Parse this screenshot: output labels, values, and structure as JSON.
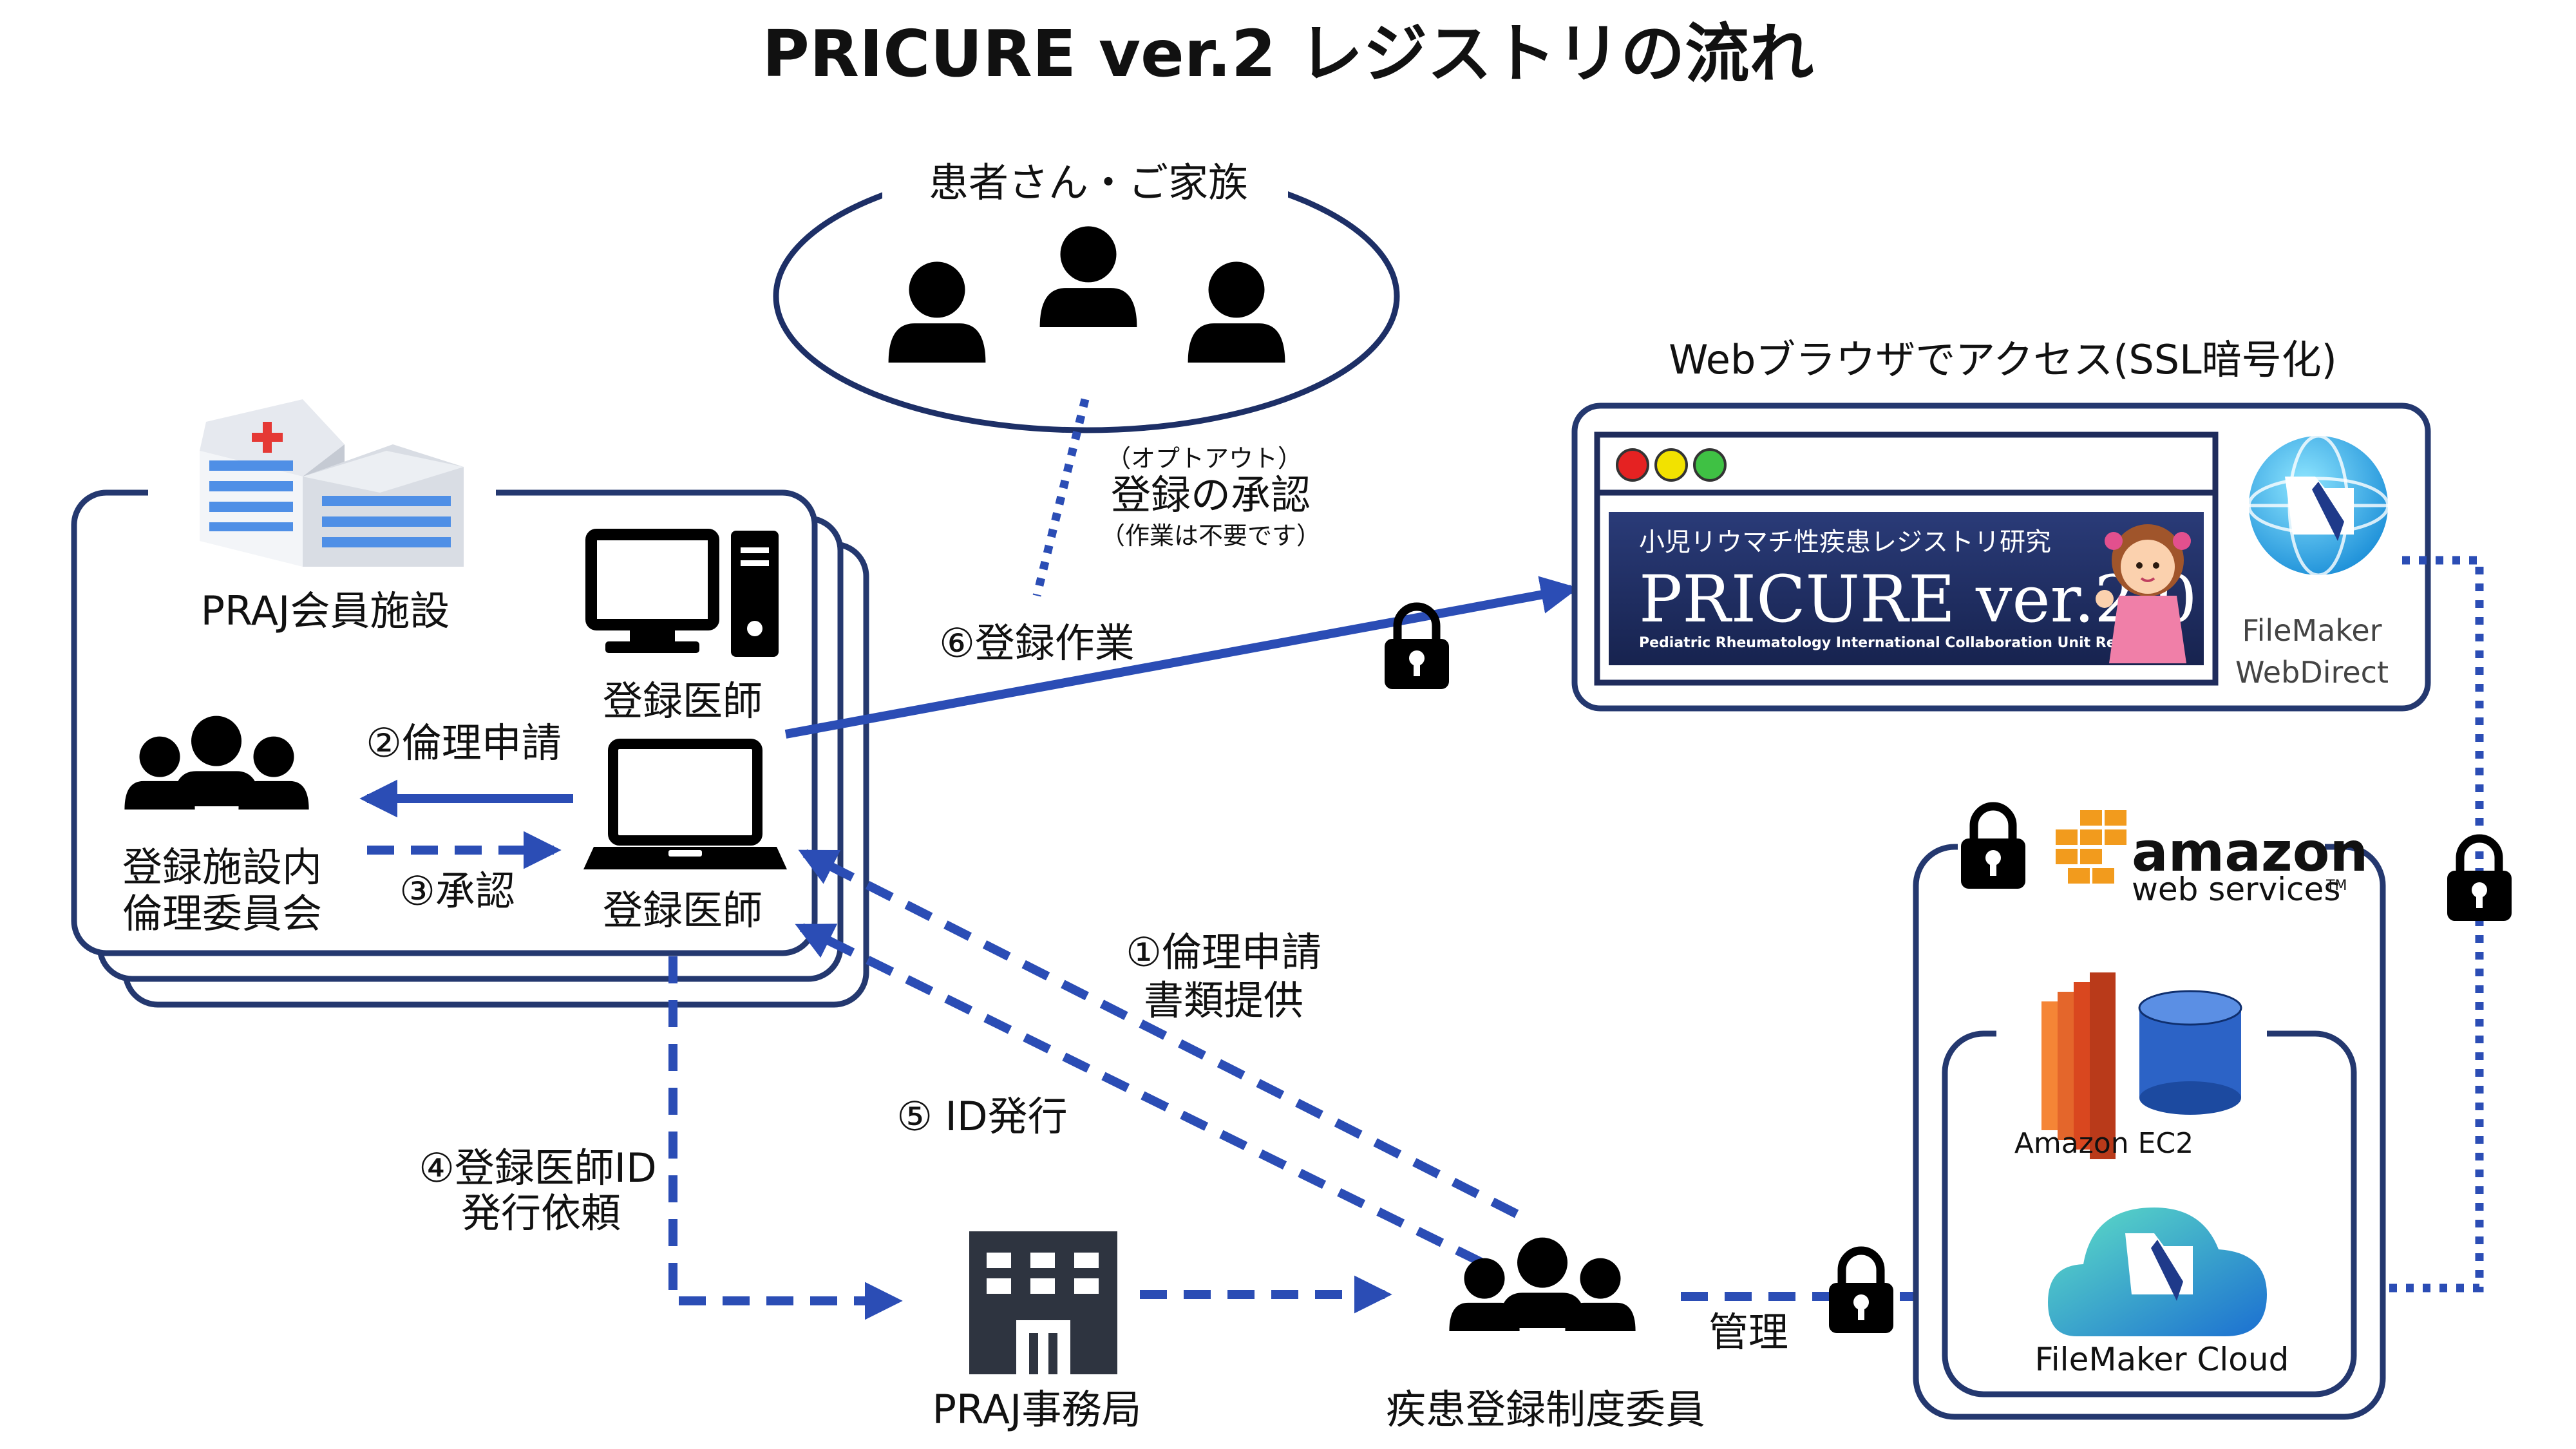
{
  "title": "PRICURE ver.2 レジストリの流れ",
  "patients": {
    "label": "患者さん・ご家族"
  },
  "optout": {
    "line1": "（オプトアウト）",
    "line2": "登録の承認",
    "line3": "（作業は不要です）"
  },
  "browser_access": {
    "label": "Webブラウザでアクセス(SSL暗号化)"
  },
  "registry_banner": {
    "jp_title": "小児リウマチ性疾患レジストリ研究",
    "product": "PRICURE ver.2.0",
    "subtitle": "Pediatric Rheumatology International Collaboration Unit Registry"
  },
  "filemaker_webdirect": {
    "line1": "FileMaker",
    "line2": "WebDirect"
  },
  "praj_facility": {
    "label": "PRAJ会員施設"
  },
  "doctor_top": {
    "label": "登録医師"
  },
  "doctor_bottom": {
    "label": "登録医師"
  },
  "ethics_committee": {
    "line1": "登録施設内",
    "line2": "倫理委員会"
  },
  "steps": {
    "s1_line1": "①倫理申請",
    "s1_line2": "書類提供",
    "s2": "②倫理申請",
    "s3": "③承認",
    "s4_line1": "④登録医師ID",
    "s4_line2": "発行依頼",
    "s5": "⑤ ID発行",
    "s6": "⑥登録作業"
  },
  "praj_office": {
    "label": "PRAJ事務局"
  },
  "registry_committee": {
    "label": "疾患登録制度委員"
  },
  "manage": {
    "label": "管理"
  },
  "aws": {
    "amazon": "amazon",
    "webservices": "web services",
    "tm": "TM"
  },
  "ec2": {
    "label": "Amazon EC2"
  },
  "filemaker_cloud": {
    "label": "FileMaker Cloud"
  },
  "colors": {
    "frame": "#24386f",
    "arrow": "#2b4db5",
    "aws_orange": "#f29b1d",
    "ec2_orange": "#e4662b",
    "db_blue": "#2c63c6"
  }
}
